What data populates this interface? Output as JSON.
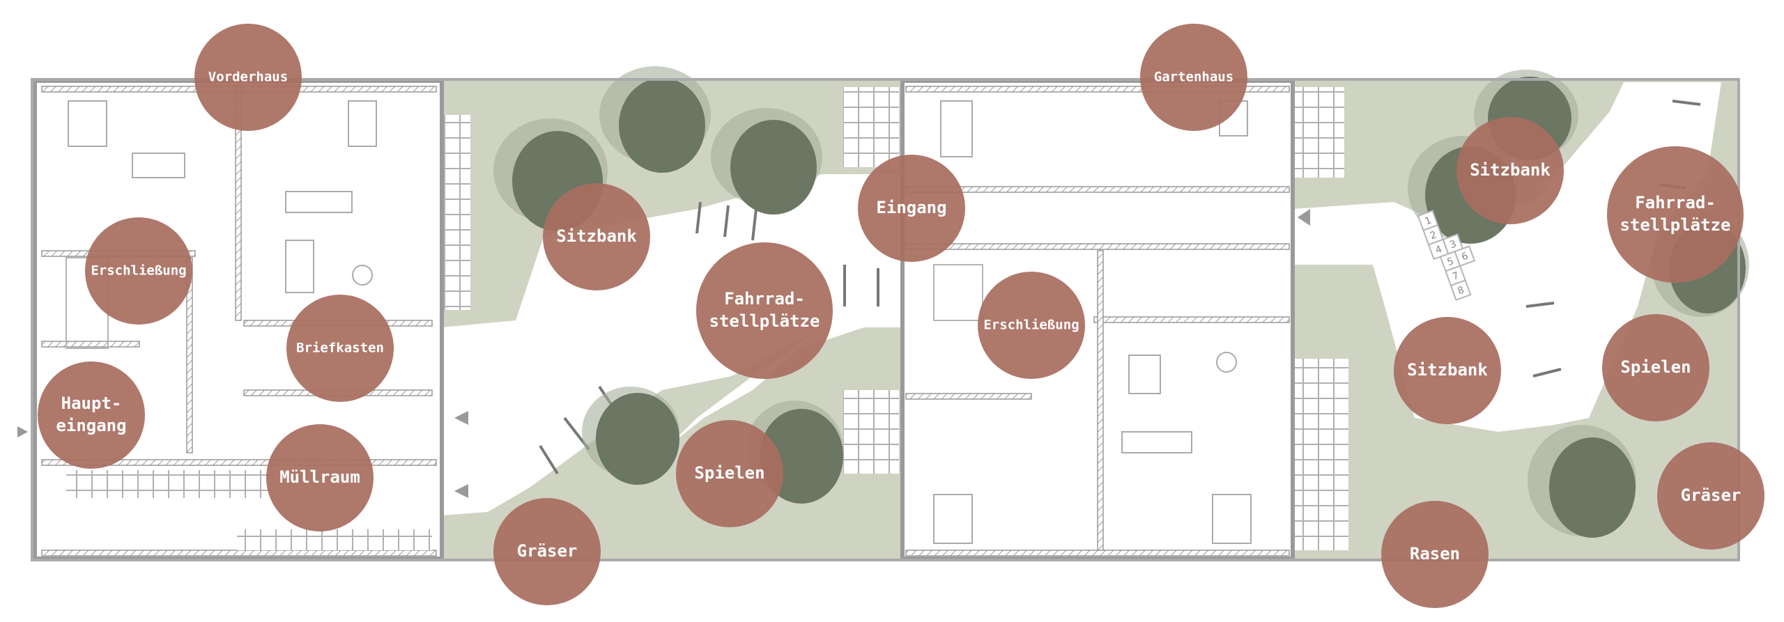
{
  "title": "Lageplan Vorderhaus und Gartenhaus",
  "colors": {
    "label_circle": "#a86e60",
    "tree": "#6b7663",
    "grass": "#cfd3c2",
    "path": "#ffffff",
    "wall": "#9a9a9a"
  },
  "buildings": {
    "front": "Vorderhaus",
    "garden": "Gartenhaus"
  },
  "labels": [
    {
      "text": "Vorderhaus"
    },
    {
      "text": "Erschließung"
    },
    {
      "text": "Briefkasten"
    },
    {
      "lines": [
        "Haupt-",
        "eingang"
      ]
    },
    {
      "text": "Müllraum"
    },
    {
      "text": "Sitzbank"
    },
    {
      "lines": [
        "Fahrrad-",
        "stellplätze"
      ]
    },
    {
      "text": "Eingang"
    },
    {
      "text": "Spielen"
    },
    {
      "text": "Gräser"
    },
    {
      "text": "Gartenhaus"
    },
    {
      "text": "Erschließung"
    },
    {
      "text": "Sitzbank"
    },
    {
      "lines": [
        "Fahrrad-",
        "stellplätze"
      ]
    },
    {
      "text": "Sitzbank"
    },
    {
      "text": "Spielen"
    },
    {
      "text": "Gräser"
    },
    {
      "text": "Rasen"
    }
  ],
  "hopscotch": [
    "1",
    "2",
    "3",
    "4",
    "5",
    "6",
    "7",
    "8"
  ],
  "icons": [
    "entrance-arrow-icon",
    "tree-icon",
    "bicycle-rack-icon"
  ]
}
